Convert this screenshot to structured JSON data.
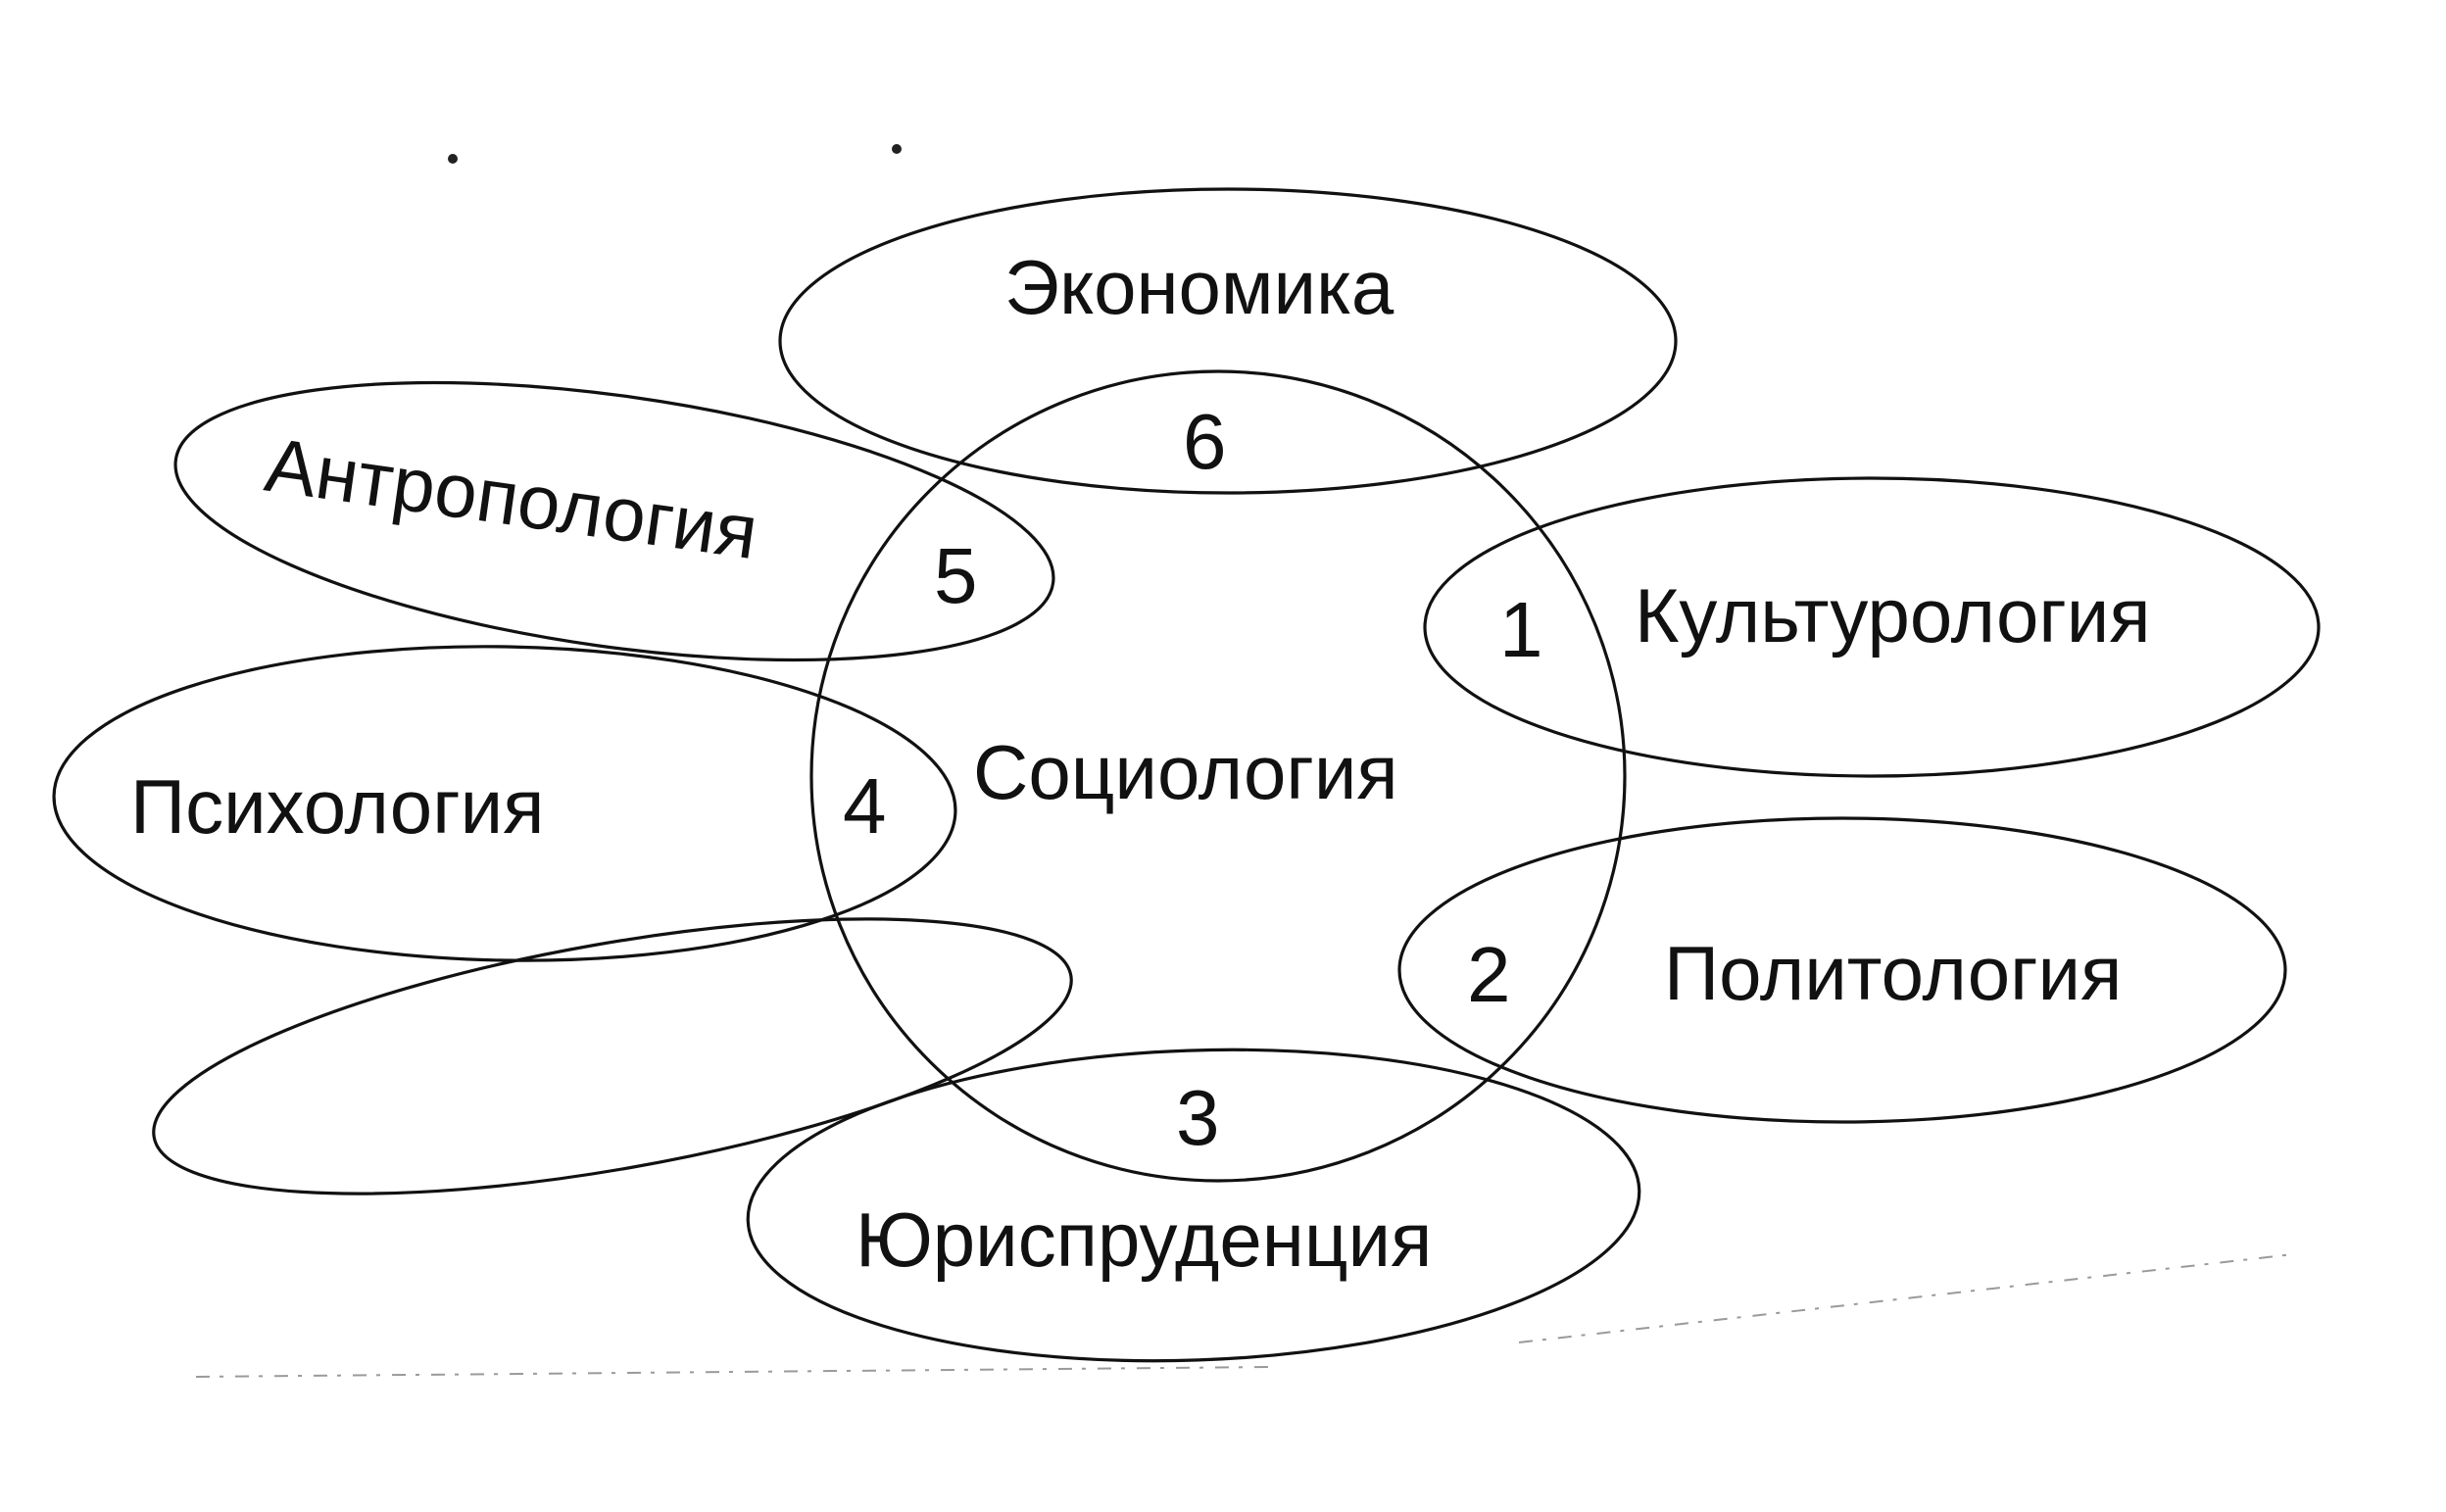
{
  "diagram": {
    "center": "Социология",
    "disciplines": {
      "economics": "Экономика",
      "anthropology": "Антропология",
      "culturology": "Культурология",
      "psychology": "Психология",
      "political_science": "Политология",
      "jurisprudence": "Юриспруденция"
    },
    "intersections": {
      "culturology": "1",
      "political_science": "2",
      "jurisprudence": "3",
      "psychology": "4",
      "anthropology": "5",
      "economics": "6"
    }
  }
}
